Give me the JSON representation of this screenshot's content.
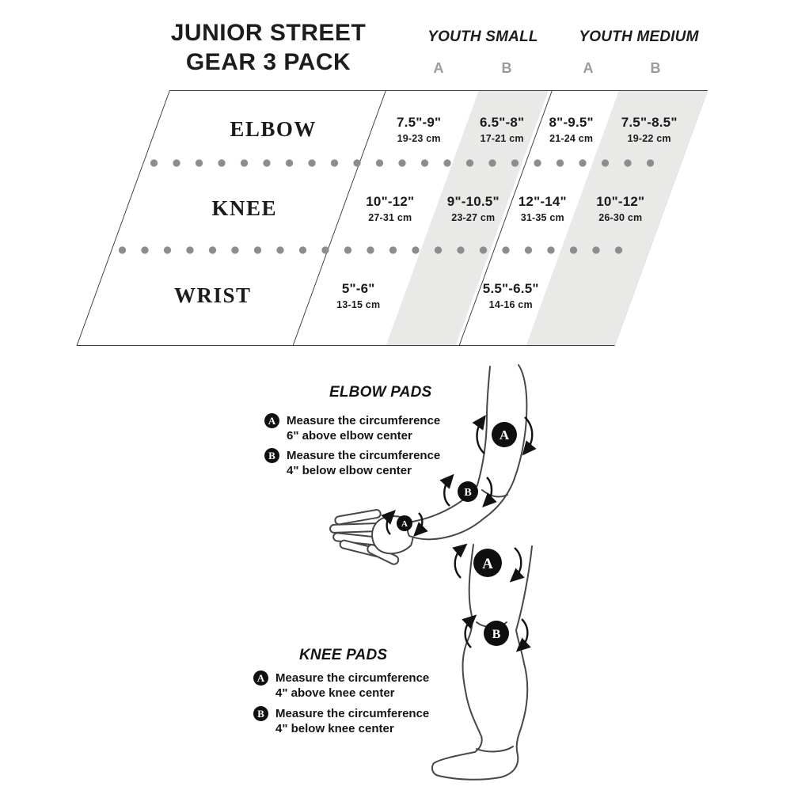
{
  "title": "JUNIOR STREET\nGEAR 3 PACK",
  "size_chart": {
    "groups": [
      {
        "label": "YOUTH SMALL",
        "columns": [
          "A",
          "B"
        ]
      },
      {
        "label": "YOUTH MEDIUM",
        "columns": [
          "A",
          "B"
        ]
      }
    ],
    "rows": [
      {
        "label": "ELBOW",
        "cells": [
          {
            "inches": "7.5\"-9\"",
            "cm": "19-23 cm"
          },
          {
            "inches": "6.5\"-8\"",
            "cm": "17-21 cm"
          },
          {
            "inches": "8\"-9.5\"",
            "cm": "21-24 cm"
          },
          {
            "inches": "7.5\"-8.5\"",
            "cm": "19-22 cm"
          }
        ]
      },
      {
        "label": "KNEE",
        "cells": [
          {
            "inches": "10\"-12\"",
            "cm": "27-31 cm"
          },
          {
            "inches": "9\"-10.5\"",
            "cm": "23-27 cm"
          },
          {
            "inches": "12\"-14\"",
            "cm": "31-35 cm"
          },
          {
            "inches": "10\"-12\"",
            "cm": "26-30 cm"
          }
        ]
      },
      {
        "label": "WRIST",
        "cells": [
          {
            "inches": "5\"-6\"",
            "cm": "13-15 cm"
          },
          null,
          {
            "inches": "5.5\"-6.5\"",
            "cm": "14-16 cm"
          },
          null
        ]
      }
    ]
  },
  "sections": {
    "elbow": {
      "title": "ELBOW PADS",
      "instructions": [
        {
          "marker": "A",
          "line1": "Measure the circumference",
          "line2": "6\" above elbow center"
        },
        {
          "marker": "B",
          "line1": "Measure the circumference",
          "line2": "4\" below elbow center"
        }
      ]
    },
    "knee": {
      "title": "KNEE PADS",
      "instructions": [
        {
          "marker": "A",
          "line1": "Measure the circumference",
          "line2": "4\" above knee center"
        },
        {
          "marker": "B",
          "line1": "Measure the circumference",
          "line2": "4\" below knee center"
        }
      ]
    }
  },
  "diagram_markers": {
    "arm": [
      "A",
      "B",
      "A"
    ],
    "leg": [
      "A",
      "B"
    ]
  },
  "colors": {
    "ink": "#1c1c1c",
    "stripe": "#e9e9e7",
    "dot": "#8d8d8d",
    "muted_letter": "#9b9b9b",
    "marker_fill": "#101010"
  }
}
